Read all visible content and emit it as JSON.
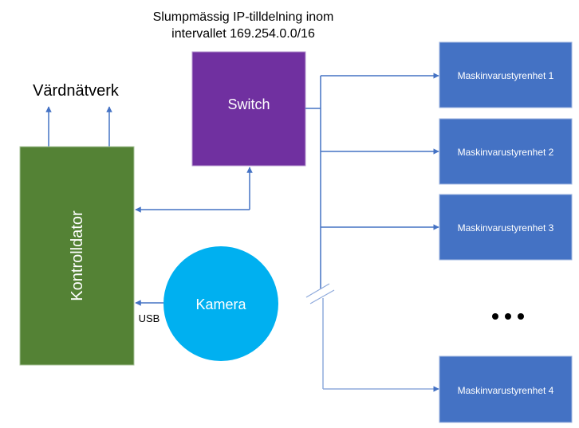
{
  "title": {
    "line1": "Slumpmässig IP-tilldelning inom",
    "line2": "intervallet 169.254.0.0/16"
  },
  "host_network": {
    "label": "Värdnätverk"
  },
  "controller": {
    "label": "Kontrolldator",
    "color": "#548235"
  },
  "switch": {
    "label": "Switch",
    "color": "#7030a0"
  },
  "camera": {
    "label": "Kamera",
    "color": "#00b0f0"
  },
  "usb_label": "USB",
  "devices": [
    {
      "label": "Maskinvarustyrenhet 1"
    },
    {
      "label": "Maskinvarustyrenhet 2"
    },
    {
      "label": "Maskinvarustyrenhet 3"
    },
    {
      "label": "Maskinvarustyrenhet 4"
    }
  ],
  "device_color": "#4472c4",
  "connector_color": "#4472c4",
  "ellipsis": "• • •"
}
